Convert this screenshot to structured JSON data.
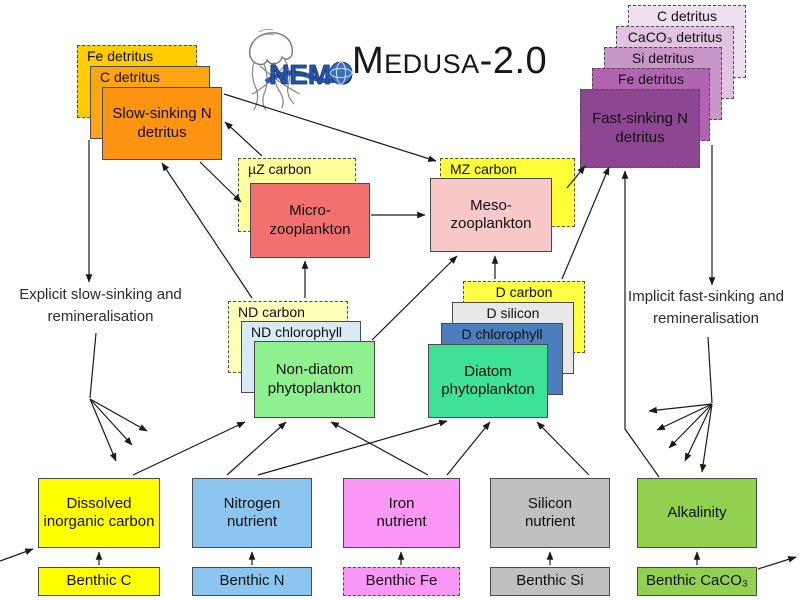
{
  "title": "Medusa-2.0",
  "logo": {
    "text": "NEMO"
  },
  "annotations": {
    "left": "Explicit slow-sinking and remineralisation",
    "right": "Implicit fast-sinking and remineralisation"
  },
  "detritus": {
    "slow": {
      "fe": "Fe detritus",
      "c": "C detritus",
      "n": "Slow-sinking N detritus"
    },
    "fast": {
      "c": "C detritus",
      "caco3": "CaCO₃ detritus",
      "si": "Si detritus",
      "fe": "Fe detritus",
      "n": "Fast-sinking N detritus"
    }
  },
  "zooplankton": {
    "uz_carbon": "µZ carbon",
    "micro": "Micro-zooplankton",
    "mz_carbon": "MZ carbon",
    "meso": "Meso-zooplankton"
  },
  "phytoplankton": {
    "nd_carbon": "ND carbon",
    "nd_chl": "ND chlorophyll",
    "nd": "Non-diatom phytoplankton",
    "d_carbon": "D carbon",
    "d_si": "D silicon",
    "d_chl": "D chlorophyll",
    "d": "Diatom phytoplankton"
  },
  "nutrients": {
    "dic": "Dissolved inorganic carbon",
    "n": "Nitrogen nutrient",
    "fe": "Iron nutrient",
    "si": "Silicon nutrient",
    "alk": "Alkalinity"
  },
  "benthic": {
    "c": "Benthic C",
    "n": "Benthic N",
    "fe": "Benthic Fe",
    "si": "Benthic Si",
    "caco3": "Benthic CaCO₃"
  },
  "colors": {
    "slow_detritus": [
      "#FFCC00",
      "#FFA515",
      "#FF9412"
    ],
    "fast_detritus": [
      "#F0DFF0",
      "#E2C4E2",
      "#CA96CA",
      "#B164B1",
      "#8F4692"
    ],
    "carbon_tab_yellow": "#FFFF45",
    "pale_carbon_yellow": "#FFFFB8",
    "micro_zoo_red": "#F2706E",
    "meso_zoo_pink": "#F8C8C8",
    "nd_chlorophyll_blue": "#D9EAF4",
    "d_chlorophyll_blue": "#4A7EBD",
    "d_silicon_grey": "#E8E8E8",
    "nd_phyto_green": "#8FF08F",
    "d_phyto_green": "#3EE296",
    "dic_yellow": "#FFFF00",
    "nitrogen_blue": "#8CC6F0",
    "iron_pink": "#FB97F7",
    "silicon_grey": "#C0C0C0",
    "alkalinity_green": "#92D050",
    "arrow": "#1A1A1A"
  }
}
